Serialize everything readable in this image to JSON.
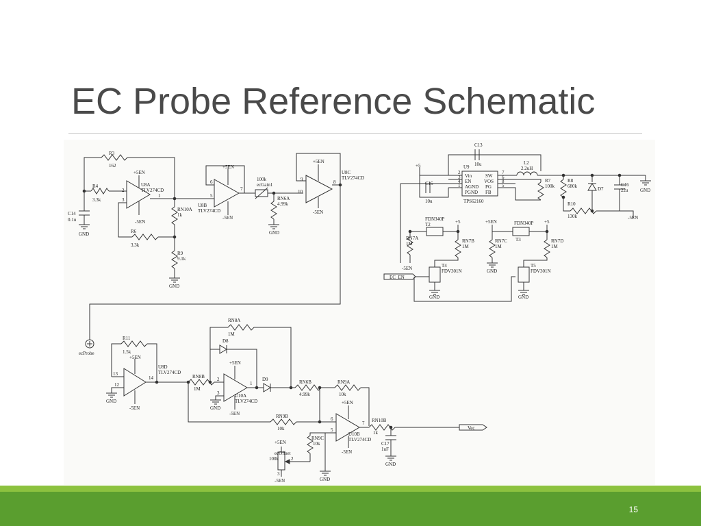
{
  "slide": {
    "title": "EC Probe Reference Schematic",
    "page_number": "15"
  },
  "colors": {
    "title": "#4a4a4a",
    "footer_light": "#8cc23f",
    "footer_dark": "#5a9e2f",
    "wire": "#333333"
  },
  "schematic": {
    "labels": {
      "r3": "R3",
      "r3_val": "162",
      "r4": "R4",
      "r4_val": "3.3k",
      "c14": "C14",
      "c14_val": "0.1u",
      "gnd_c14": "GND",
      "u8a_pwr": "+5EN",
      "u8a": "U8A",
      "u8a_part": "TLV274CD",
      "u8a_neg": "-5EN",
      "u8a_pin2": "2",
      "u8a_pin3": "3",
      "u8a_pin1": "1",
      "rn10a": "RN10A",
      "rn10a_val": "1k",
      "r6": "R6",
      "r6_val": "3.3k",
      "r9": "R9",
      "r9_val": "9.1k",
      "gnd_r9": "GND",
      "u8b_pwr": "+5EN",
      "u8b": "U8B",
      "u8b_part": "TLV274CD",
      "u8b_neg": "-5EN",
      "u8b_pin6": "6",
      "u8b_pin5": "5",
      "u8b_pin7": "7",
      "ecgain_val": "100k",
      "ecgain": "ecGain1",
      "rn6a": "RN6A",
      "rn6a_val": "4.99k",
      "gnd_rn6a": "GND",
      "u8c_pwr": "+5EN",
      "u8c": "U8C",
      "u8c_part": "TLV274CD",
      "u8c_neg": "-5EN",
      "u8c_pin9": "9",
      "u8c_pin10": "10",
      "u8c_pin8": "8",
      "c13": "C13",
      "c13_val": "10u",
      "u9": "U9",
      "u9_part": "TPS62160",
      "u9_vin": "Vin",
      "u9_en": "EN",
      "u9_agnd": "AGND",
      "u9_pgnd": "PGND",
      "u9_sw": "SW",
      "u9_vos": "VOS",
      "u9_pg": "PG",
      "u9_fb": "FB",
      "u9_pin2": "2",
      "u9_pin3": "3",
      "u9_pin4": "4",
      "u9_pin1": "1",
      "u9_pin7": "7",
      "u9_pin6": "6",
      "u9_pin8": "8",
      "u9_pin5": "5",
      "l2": "L2",
      "l2_val": "2.2uH",
      "p5_u9": "+5",
      "c15": "C15",
      "c15_val": "10u",
      "r7": "R7",
      "r7_val": "100k",
      "r8": "R8",
      "r8_val": "680k",
      "r10": "R10",
      "r10_val": "130k",
      "d7": "D7",
      "c16": "C16",
      "c16_val": "22u",
      "gnd_c16": "GND",
      "n5en_right": "-5EN",
      "t2_part": "FDN340P",
      "t2": "T2",
      "t3_part": "FDN340P",
      "t3": "T3",
      "p5_t2": "+5",
      "p5en_t3": "+5EN",
      "p5_t3": "+5",
      "rn7a": "RN7A",
      "rn7a_val": "1M",
      "n5en_rn7a": "-5EN",
      "rn7b": "RN7B",
      "rn7b_val": "1M",
      "rn7c": "RN7C",
      "rn7c_val": "1M",
      "gnd_rn7c": "GND",
      "rn7d": "RN7D",
      "rn7d_val": "1M",
      "t4": "T4",
      "t4_part": "FDV301N",
      "gnd_t4": "GND",
      "t5": "T5",
      "t5_part": "FDV301N",
      "gnd_t5": "GND",
      "ec_en": "EC_EN",
      "ecprobe": "ecProbe",
      "r11": "R11",
      "r11_val": "1.5k",
      "u8d_pwr": "+5EN",
      "u8d": "U8D",
      "u8d_part": "TLV274CD",
      "u8d_neg": "-5EN",
      "u8d_pin13": "13",
      "u8d_pin12": "12",
      "u8d_pin14": "14",
      "gnd_u8d": "GND",
      "rn8a": "RN8A",
      "rn8a_val": "1M",
      "d8": "D8",
      "rn8b": "RN8B",
      "rn8b_val": "1M",
      "u10a_pwr": "+5EN",
      "u10a": "U10A",
      "u10a_part": "TLV274CD",
      "u10a_neg": "-5EN",
      "u10a_pin2": "2",
      "u10a_pin3": "3",
      "u10a_pin1": "1",
      "gnd_u10a": "GND",
      "d9": "D9",
      "rn6b": "RN6B",
      "rn6b_val": "4.99k",
      "rn9a": "RN9A",
      "rn9a_val": "10k",
      "rn9b": "RN9B",
      "rn9b_val": "10k",
      "rn9c": "RN9C",
      "rn9c_val": "10k",
      "u10b_pwr": "+5EN",
      "u10b": "U10B",
      "u10b_part": "TLV274CD",
      "u10b_neg": "-5EN",
      "u10b_pin6": "6",
      "u10b_pin5": "5",
      "u10b_pin7": "7",
      "rn10b": "RN10B",
      "rn10b_val": "1k",
      "c17": "C17",
      "c17_val": "1uF",
      "gnd_c17": "GND",
      "vec": "Vec",
      "ecoffset_pwr": "+5EN",
      "ecoffset": "ecOffset",
      "ecoffset_val": "100k",
      "ecoffset_pin2": "2",
      "ecoffset_pin3": "3",
      "ecoffset_neg": "-5EN",
      "gnd_rn9c": "GND"
    }
  }
}
